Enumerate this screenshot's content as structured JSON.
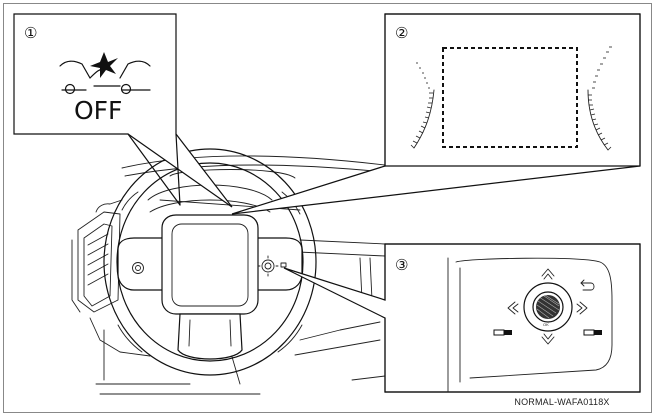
{
  "callouts": [
    {
      "id": "1",
      "label": "①"
    },
    {
      "id": "2",
      "label": "②"
    },
    {
      "id": "3",
      "label": "③"
    }
  ],
  "indicator": {
    "icon": "vehicle-dynamic-control-off-icon",
    "text": "OFF"
  },
  "reference_code": "NORMAL-WAFA0118X",
  "switch_labels": {
    "ok": "OK"
  },
  "colors": {
    "line": "#111111",
    "background": "#ffffff",
    "frame": "#888888"
  }
}
